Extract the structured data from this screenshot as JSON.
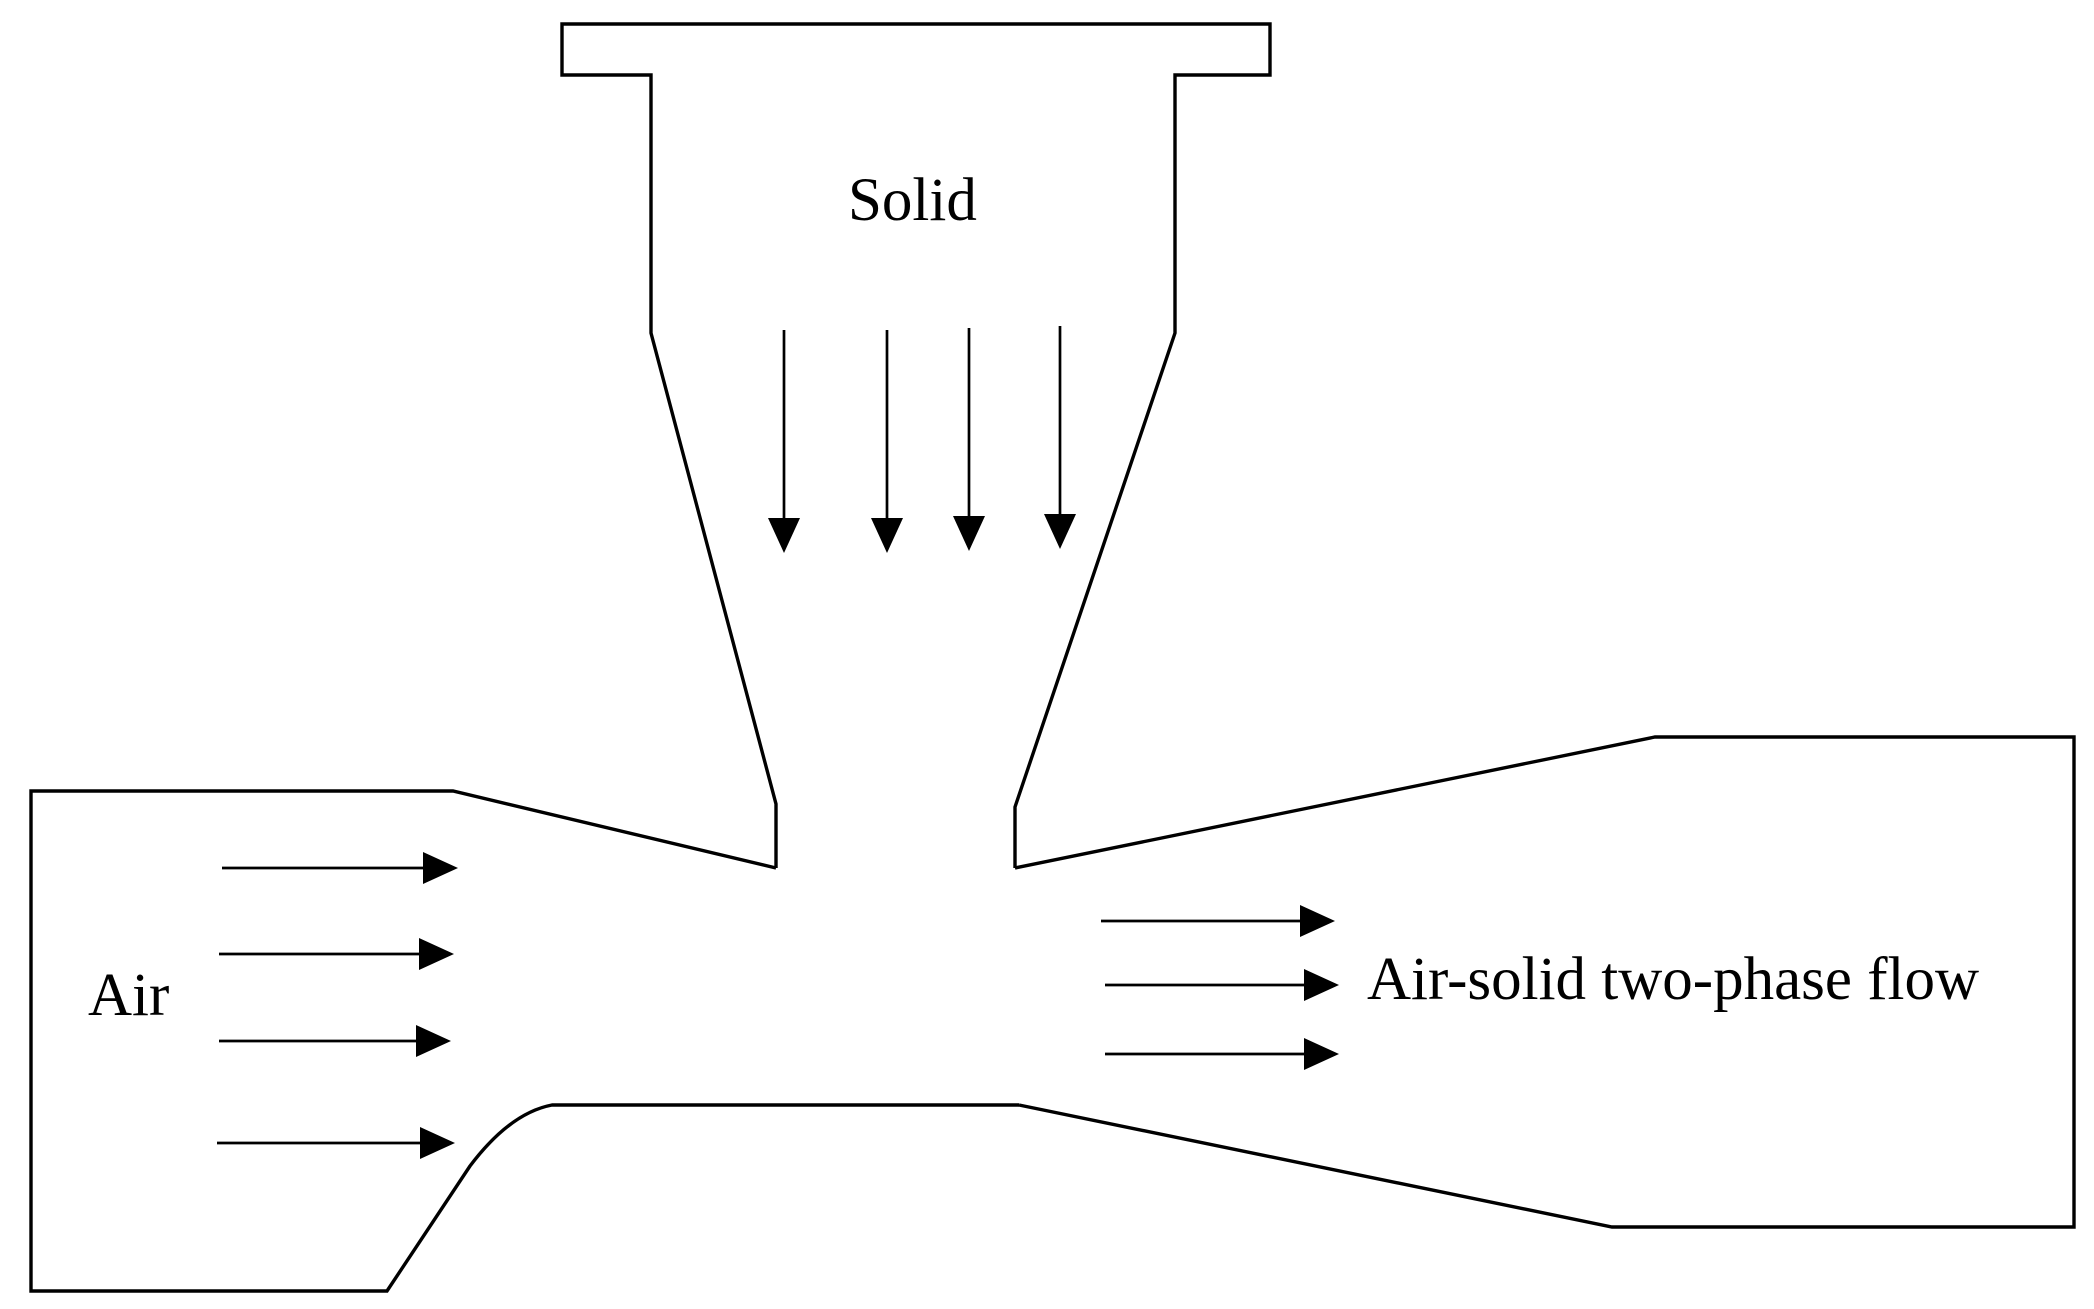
{
  "diagram": {
    "labels": {
      "solid": "Solid",
      "air": "Air",
      "outlet": "Air-solid two-phase flow"
    },
    "colors": {
      "line": "#000000",
      "background": "#ffffff"
    }
  }
}
